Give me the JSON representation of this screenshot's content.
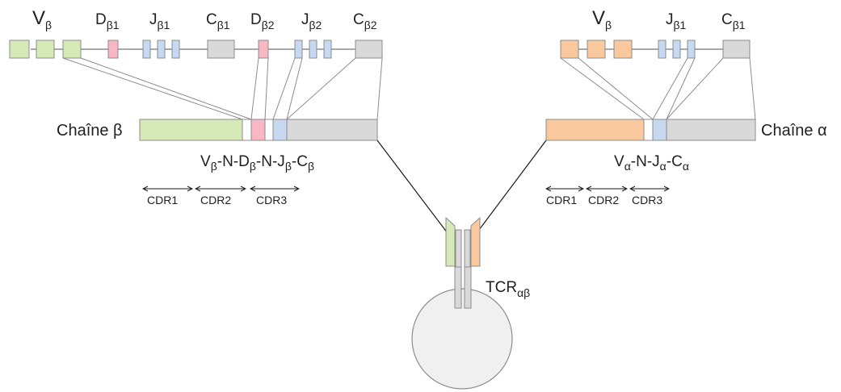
{
  "colors": {
    "v_beta": "#d6eab8",
    "d_beta": "#f7b7c3",
    "j": "#c6d9f1",
    "c": "#d9d9d9",
    "v_alpha": "#f9c99d",
    "stroke": "#8c8c8c",
    "cell": "#f0f0f0"
  },
  "beta_locus": {
    "labels": [
      {
        "main": "V",
        "sub": "β"
      },
      {
        "main": "D",
        "sub": "β1"
      },
      {
        "main": "J",
        "sub": "β1"
      },
      {
        "main": "C",
        "sub": "β1"
      },
      {
        "main": "D",
        "sub": "β2"
      },
      {
        "main": "J",
        "sub": "β2"
      },
      {
        "main": "C",
        "sub": "β2"
      }
    ]
  },
  "alpha_locus": {
    "labels": [
      {
        "main": "V",
        "sub": "β"
      },
      {
        "main": "J",
        "sub": "β1"
      },
      {
        "main": "C",
        "sub": "β1"
      }
    ]
  },
  "beta_chain": {
    "name": "Chaîne β",
    "formula": [
      {
        "t": "V",
        "s": "β"
      },
      {
        "t": "-N-D",
        "s": "β"
      },
      {
        "t": "-N-J",
        "s": "β"
      },
      {
        "t": "-C",
        "s": "β"
      }
    ],
    "cdrs": [
      "CDR1",
      "CDR2",
      "CDR3"
    ]
  },
  "alpha_chain": {
    "name": "Chaîne α",
    "formula": [
      {
        "t": "V",
        "s": "α"
      },
      {
        "t": "-N-J",
        "s": "α"
      },
      {
        "t": "-C",
        "s": "α"
      }
    ],
    "cdrs": [
      "CDR1",
      "CDR2",
      "CDR3"
    ]
  },
  "receptor": {
    "main": "TCR",
    "sub": "αβ"
  }
}
